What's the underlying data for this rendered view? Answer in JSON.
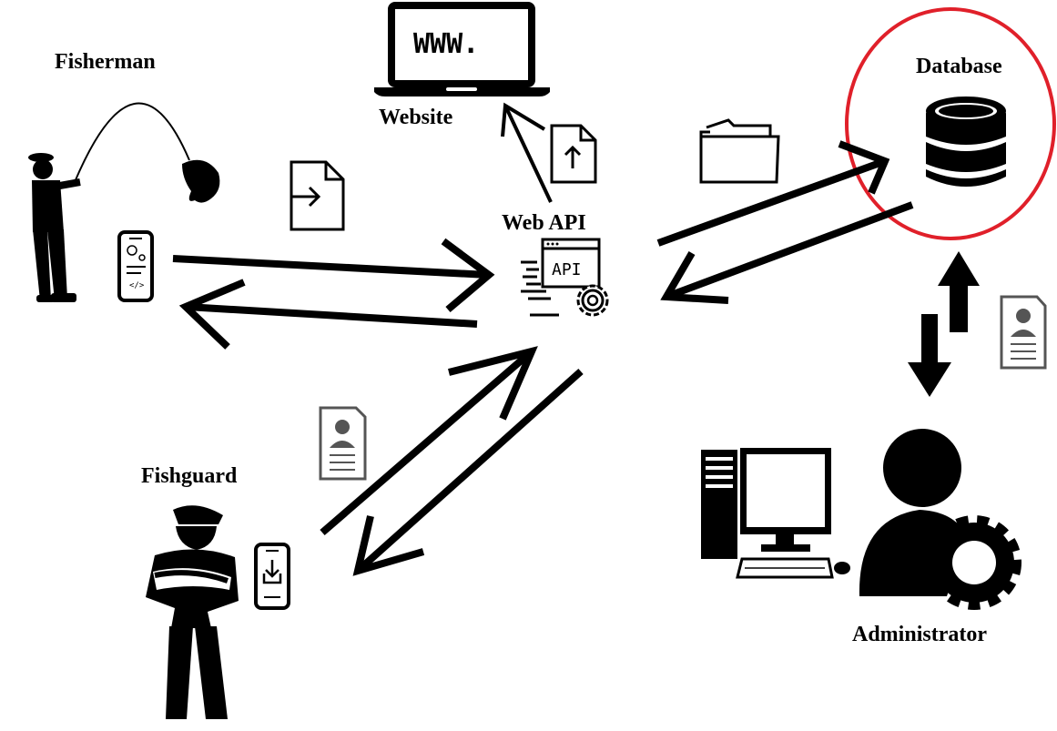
{
  "labels": {
    "fisherman": "Fisherman",
    "website": "Website",
    "web_api": "Web API",
    "database": "Database",
    "fishguard": "Fishguard",
    "administrator": "Administrator"
  },
  "icon_text": {
    "laptop_screen": "WWW.",
    "api_window": "API"
  },
  "colors": {
    "ink": "#000000",
    "highlight_circle": "#e0202a",
    "document_gray": "#555555"
  },
  "icons": [
    "fisherman-icon",
    "phone-icon",
    "file-import-icon",
    "laptop-icon",
    "file-upload-icon",
    "api-icon",
    "gear-icon",
    "folder-icon",
    "database-icon",
    "profile-document-icon",
    "fishguard-icon",
    "phone-download-icon",
    "computer-icon",
    "administrator-icon"
  ]
}
